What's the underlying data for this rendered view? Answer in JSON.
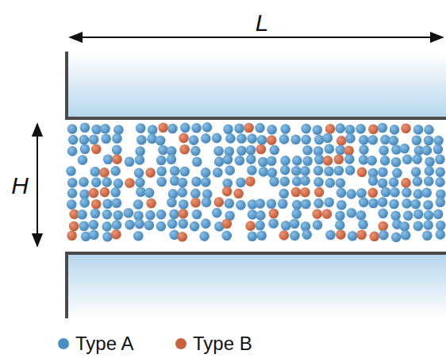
{
  "diagram": {
    "labels": [
      "L",
      "H"
    ],
    "legend": [
      {
        "text": "Type A",
        "color": "#4a8fc4"
      },
      {
        "text": "Type B",
        "color": "#c9633c"
      }
    ]
  }
}
